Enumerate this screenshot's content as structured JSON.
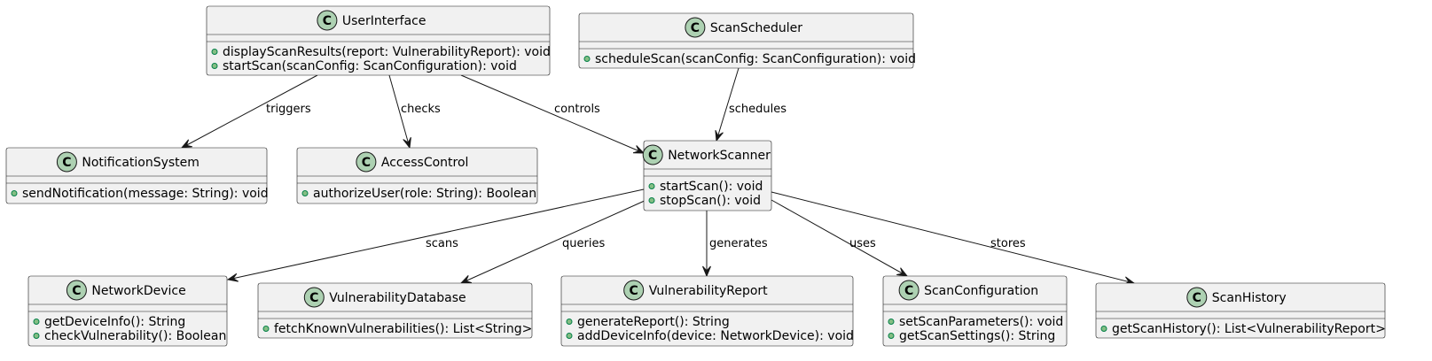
{
  "diagram": {
    "stereotype_letter": "C",
    "colors": {
      "class_fill": "#f1f1f1",
      "stereotype_circle": "#add1b2",
      "public_marker": "#84be84",
      "line": "#181818"
    },
    "classes": {
      "UserInterface": {
        "name": "UserInterface",
        "members": [
          "displayScanResults(report: VulnerabilityReport): void",
          "startScan(scanConfig: ScanConfiguration): void"
        ]
      },
      "ScanScheduler": {
        "name": "ScanScheduler",
        "members": [
          "scheduleScan(scanConfig: ScanConfiguration): void"
        ]
      },
      "NotificationSystem": {
        "name": "NotificationSystem",
        "members": [
          "sendNotification(message: String): void"
        ]
      },
      "AccessControl": {
        "name": "AccessControl",
        "members": [
          "authorizeUser(role: String): Boolean"
        ]
      },
      "NetworkScanner": {
        "name": "NetworkScanner",
        "members": [
          "startScan(): void",
          "stopScan(): void"
        ]
      },
      "NetworkDevice": {
        "name": "NetworkDevice",
        "members": [
          "getDeviceInfo(): String",
          "checkVulnerability(): Boolean"
        ]
      },
      "VulnerabilityDatabase": {
        "name": "VulnerabilityDatabase",
        "members": [
          "fetchKnownVulnerabilities(): List<String>"
        ]
      },
      "VulnerabilityReport": {
        "name": "VulnerabilityReport",
        "members": [
          "generateReport(): String",
          "addDeviceInfo(device: NetworkDevice): void"
        ]
      },
      "ScanConfiguration": {
        "name": "ScanConfiguration",
        "members": [
          "setScanParameters(): void",
          "getScanSettings(): String"
        ]
      },
      "ScanHistory": {
        "name": "ScanHistory",
        "members": [
          "getScanHistory(): List<VulnerabilityReport>"
        ]
      }
    },
    "relations": [
      {
        "id": "rel-triggers",
        "from": "UserInterface",
        "to": "NotificationSystem",
        "label": "triggers"
      },
      {
        "id": "rel-checks",
        "from": "UserInterface",
        "to": "AccessControl",
        "label": "checks"
      },
      {
        "id": "rel-controls",
        "from": "UserInterface",
        "to": "NetworkScanner",
        "label": "controls"
      },
      {
        "id": "rel-schedules",
        "from": "ScanScheduler",
        "to": "NetworkScanner",
        "label": "schedules"
      },
      {
        "id": "rel-scans",
        "from": "NetworkScanner",
        "to": "NetworkDevice",
        "label": "scans"
      },
      {
        "id": "rel-queries",
        "from": "NetworkScanner",
        "to": "VulnerabilityDatabase",
        "label": "queries"
      },
      {
        "id": "rel-generates",
        "from": "NetworkScanner",
        "to": "VulnerabilityReport",
        "label": "generates"
      },
      {
        "id": "rel-uses",
        "from": "NetworkScanner",
        "to": "ScanConfiguration",
        "label": "uses"
      },
      {
        "id": "rel-stores",
        "from": "NetworkScanner",
        "to": "ScanHistory",
        "label": "stores"
      }
    ]
  }
}
